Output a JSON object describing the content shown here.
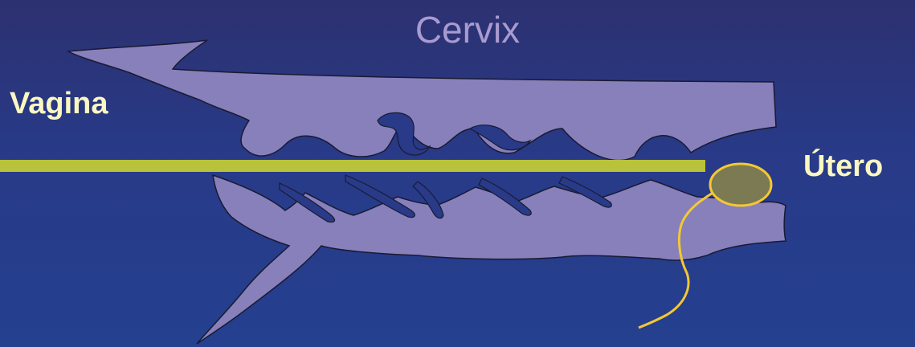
{
  "slide": {
    "title": "Cervix",
    "labels": {
      "vagina": "Vagina",
      "uterus": "Útero"
    }
  },
  "colors": {
    "background": "#283a88",
    "tissue": "#8780bb",
    "catheter": "#b8c23a",
    "embryo_fill": "#7b7a52",
    "embryo_outline": "#f5c733",
    "title": "#a99bd0",
    "labels": "#fbf7c2"
  }
}
